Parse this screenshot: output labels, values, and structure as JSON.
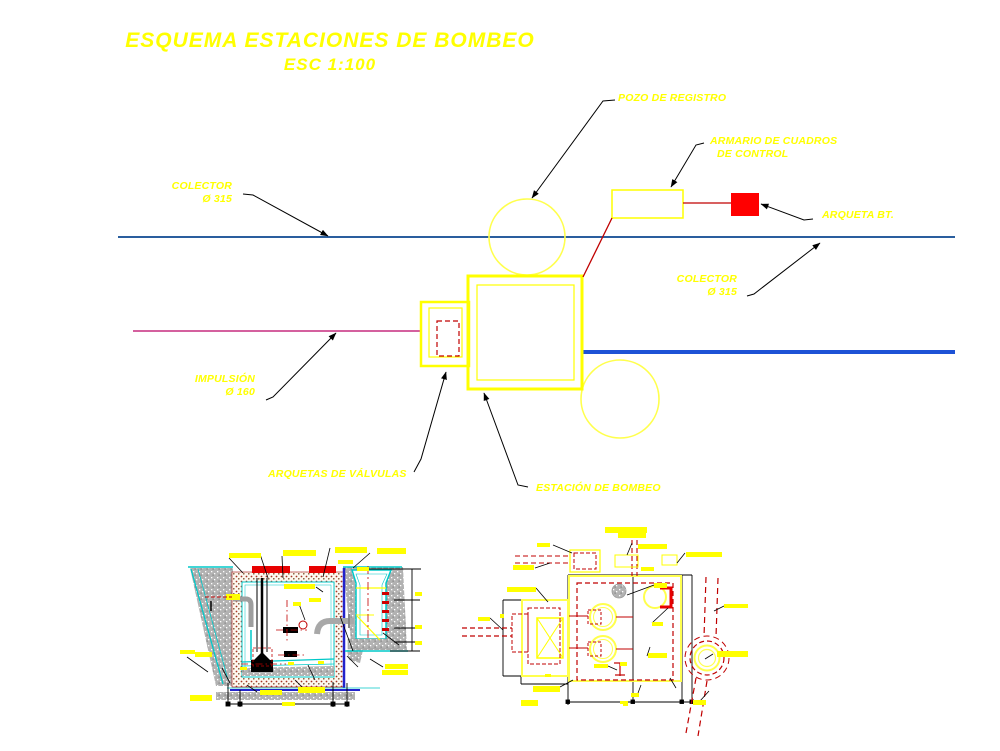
{
  "title": {
    "line1": "ESQUEMA ESTACIONES DE BOMBEO",
    "line2": "ESC 1:100"
  },
  "labels": {
    "pozo_de_registro": "POZO DE REGISTRO",
    "armario_line1": "ARMARIO DE CUADROS",
    "armario_line2": "DE CONTROL",
    "arqueta_bt": "ARQUETA BT.",
    "colector_izq_line1": "COLECTOR",
    "colector_izq_line2": "Ø 315",
    "colector_der_line1": "COLECTOR",
    "colector_der_line2": "Ø 315",
    "impulsion_line1": "IMPULSIÓN",
    "impulsion_line2": "Ø 160",
    "arquetas_valvulas": "ARQUETAS DE VÁLVULAS",
    "estacion_bombeo": "ESTACIÓN DE BOMBEO"
  },
  "colors": {
    "label_yellow": "#FFFF00",
    "shape_pale_yellow": "#FFFF4D",
    "colector_blue_dark": "#2A5E9E",
    "colector_blue_bright": "#1D52D6",
    "impulsion_magenta": "#C52C7E",
    "red_fill": "#FF0000",
    "red_line": "#C00000",
    "cyan": "#00C8C8",
    "wall_blue": "#2222CC"
  }
}
